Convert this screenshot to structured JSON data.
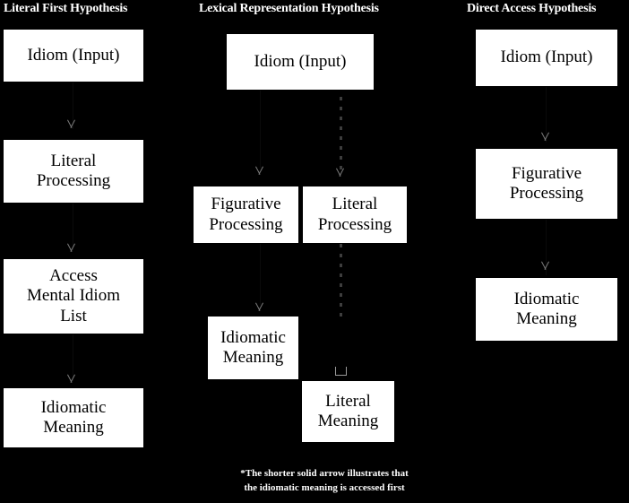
{
  "diagram": {
    "background_color": "#000000",
    "node_fill_color": "#ffffff",
    "node_text_color": "#000000",
    "title_color": "#ffffff",
    "columns": [
      {
        "id": "literal-first",
        "title": "Literal First Hypothesis",
        "nodes": [
          {
            "id": "lf-idiom-input",
            "label": "Idiom (Input)"
          },
          {
            "id": "lf-literal-processing",
            "label": "Literal\nProcessing"
          },
          {
            "id": "lf-access-mental-idiom-list",
            "label": "Access\nMental Idiom\nList"
          },
          {
            "id": "lf-idiomatic-meaning",
            "label": "Idiomatic\nMeaning"
          }
        ]
      },
      {
        "id": "lexical-representation",
        "title": "Lexical Representation Hypothesis",
        "nodes": [
          {
            "id": "lr-idiom-input",
            "label": "Idiom (Input)"
          },
          {
            "id": "lr-figurative-processing",
            "label": "Figurative\nProcessing"
          },
          {
            "id": "lr-literal-processing",
            "label": "Literal\nProcessing"
          },
          {
            "id": "lr-idiomatic-meaning",
            "label": "Idiomatic\nMeaning"
          },
          {
            "id": "lr-literal-meaning",
            "label": "Literal\nMeaning"
          }
        ]
      },
      {
        "id": "direct-access",
        "title": "Direct Access Hypothesis",
        "nodes": [
          {
            "id": "da-idiom-input",
            "label": "Idiom (Input)"
          },
          {
            "id": "da-figurative-processing",
            "label": "Figurative\nProcessing"
          },
          {
            "id": "da-idiomatic-meaning",
            "label": "Idiomatic\nMeaning"
          }
        ]
      }
    ],
    "footnote": "*The shorter solid arrow illustrates that\nthe idiomatic meaning is accessed first"
  }
}
